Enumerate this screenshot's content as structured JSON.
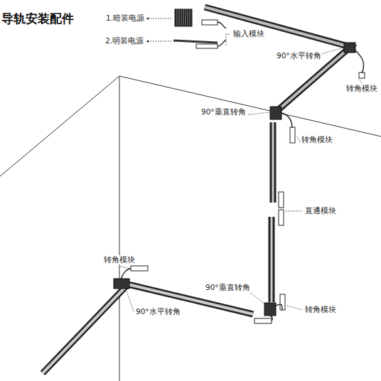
{
  "diagram": {
    "title": "导轨安装配件",
    "labels": [
      "1.暗装电源",
      "2.明装电源",
      "输入模块",
      "90°水平转角",
      "转角模块",
      "90°垂直转角",
      "转角模块",
      "直通模块",
      "转角模块",
      "90°垂直转角",
      "转角模块",
      "90°水平转角"
    ]
  }
}
